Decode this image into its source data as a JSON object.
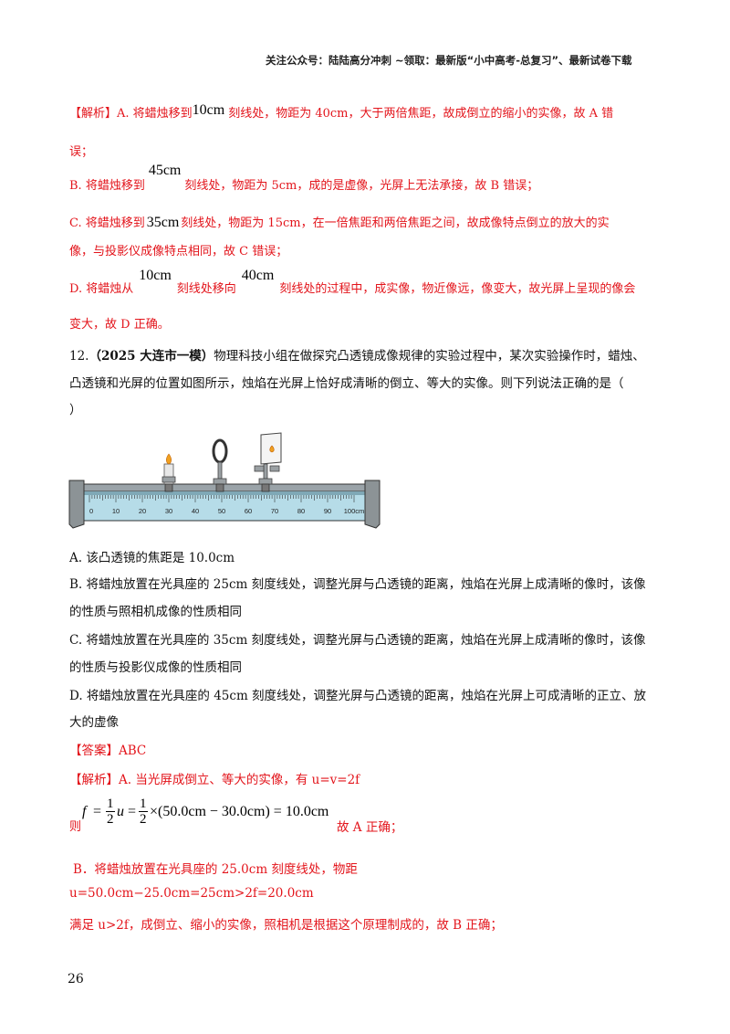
{
  "header": {
    "text": "关注公众号：陆陆高分冲刺  ~领取：最新版“小中高考-总复习”、最新试卷下载"
  },
  "analysis11": {
    "lineA_1": "【解析】A. 将蜡烛移到",
    "lineA_pos": "10cm",
    "lineA_2": "刻线处，物距为 40cm，大于两倍焦距，故成倒立的缩小的实像，故 A 错",
    "lineA_3": "误；",
    "lineB_1": "B. 将蜡烛移到",
    "lineB_pos": "45cm",
    "lineB_2": "刻线处，物距为 5cm，成的是虚像，光屏上无法承接，故 B 错误；",
    "lineC_1": "C. 将蜡烛移到",
    "lineC_pos": "35cm",
    "lineC_2": "刻线处，物距为 15cm，在一倍焦距和两倍焦距之间，故成像特点倒立的放大的实",
    "lineC_3": "像，与投影仪成像特点相同，故 C 错误；",
    "lineD_1": "D. 将蜡烛从",
    "lineD_pos1": "10cm",
    "lineD_2": "刻线处移向",
    "lineD_pos2": "40cm",
    "lineD_3": "刻线处的过程中，成实像，物近像远，像变大，故光屏上呈现的像会",
    "lineD_4": "变大，故 D 正确。"
  },
  "question12": {
    "number": "12.",
    "source": "（2025 大连市一模）",
    "stem1": "物理科技小组在做探究凸透镜成像规律的实验过程中，某次实验操作时，蜡烛、",
    "stem2": "凸透镜和光屏的位置如图所示，烛焰在光屏上恰好成清晰的倒立、等大的实像。则下列说法正确的是（",
    "stem3": "）",
    "ruler_labels": [
      "0",
      "10",
      "20",
      "30",
      "40",
      "50",
      "60",
      "70",
      "80",
      "90",
      "100cm"
    ],
    "options": {
      "A": "A. 该凸透镜的焦距是 10.0cm",
      "B1": "B. 将蜡烛放置在光具座的 25cm 刻度线处，调整光屏与凸透镜的距离，烛焰在光屏上成清晰的像时，该像",
      "B2": "的性质与照相机成像的性质相同",
      "C1": "C. 将蜡烛放置在光具座的 35cm 刻度线处，调整光屏与凸透镜的距离，烛焰在光屏上成清晰的像时，该像",
      "C2": "的性质与投影仪成像的性质相同",
      "D1": "D. 将蜡烛放置在光具座的 45cm 刻度线处，调整光屏与凸透镜的距离，烛焰在光屏上可成清晰的正立、放",
      "D2": "大的虚像"
    },
    "answer": "【答案】ABC",
    "analysis": {
      "a1": "【解析】A. 当光屏成倒立、等大的实像，有 u=v=2f",
      "ze": "则",
      "f": "f",
      "eq": "=",
      "half": "1",
      "two": "2",
      "u": "u",
      "rest": "×(50.0cm − 30.0cm) = 10.0cm",
      "a_end": "故 A 正确；",
      "b1": "B．将蜡烛放置在光具座的 25.0cm 刻度线处，物距",
      "b2": "u=50.0cm−25.0cm=25cm>2f=20.0cm",
      "b3": "满足 u>2f，成倒立、缩小的实像，照相机是根据这个原理制成的，故 B 正确；"
    }
  },
  "page_number": "26"
}
